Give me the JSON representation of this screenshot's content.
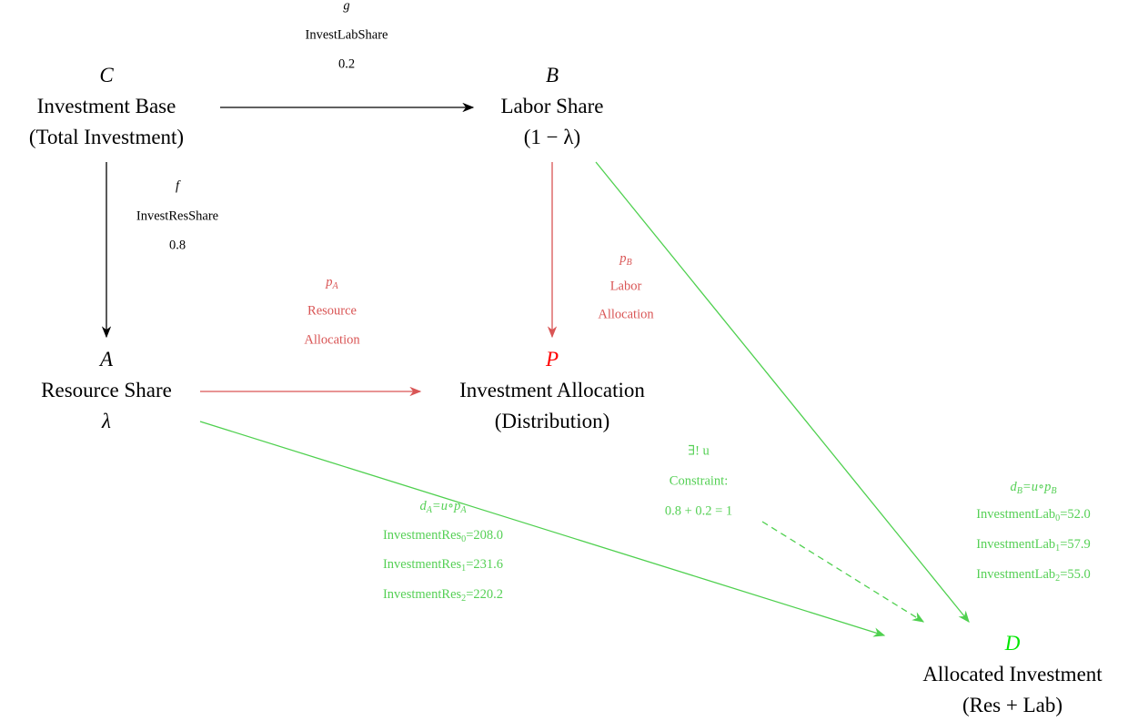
{
  "colors": {
    "black": "#000000",
    "red_edge": "#d95555",
    "red_symbol": "#ff0000",
    "green_edge": "#4fd04f",
    "green_symbol": "#00e600",
    "green_label": "#55d055"
  },
  "nodes": {
    "C": {
      "symbol": "C",
      "line1": "Investment Base",
      "line2": "(Total Investment)"
    },
    "B": {
      "symbol": "B",
      "line1": "Labor Share",
      "line2": "(1 − λ)"
    },
    "A": {
      "symbol": "A",
      "line1": "Resource Share",
      "line2": "λ"
    },
    "P": {
      "symbol": "P",
      "line1": "Investment Allocation",
      "line2": "(Distribution)"
    },
    "D": {
      "symbol": "D",
      "line1": "Allocated Investment",
      "line2": "(Res + Lab)"
    }
  },
  "edges": {
    "g": {
      "symbol": "g",
      "name": "InvestLabShare",
      "value": "0.2"
    },
    "f": {
      "symbol": "f",
      "name": "InvestResShare",
      "value": "0.8"
    },
    "pA": {
      "symbol": "p",
      "sub": "A",
      "line1": "Resource",
      "line2": "Allocation"
    },
    "pB": {
      "symbol": "p",
      "sub": "B",
      "line1": "Labor",
      "line2": "Allocation"
    },
    "dA": {
      "formula_d": "d",
      "formula_sub": "A",
      "formula_rest": "=u∘p",
      "formula_rest_sub": "A",
      "rows": [
        {
          "name": "InvestmentRes",
          "index": "0",
          "value": "=208.0"
        },
        {
          "name": "InvestmentRes",
          "index": "1",
          "value": "=231.6"
        },
        {
          "name": "InvestmentRes",
          "index": "2",
          "value": "=220.2"
        }
      ]
    },
    "dB": {
      "formula_d": "d",
      "formula_sub": "B",
      "formula_rest": "=u∘p",
      "formula_rest_sub": "B",
      "rows": [
        {
          "name": "InvestmentLab",
          "index": "0",
          "value": "=52.0"
        },
        {
          "name": "InvestmentLab",
          "index": "1",
          "value": "=57.9"
        },
        {
          "name": "InvestmentLab",
          "index": "2",
          "value": "=55.0"
        }
      ]
    },
    "u": {
      "line0": "∃! u",
      "line1": "Constraint:",
      "line2": "0.8 + 0.2 = 1"
    }
  }
}
